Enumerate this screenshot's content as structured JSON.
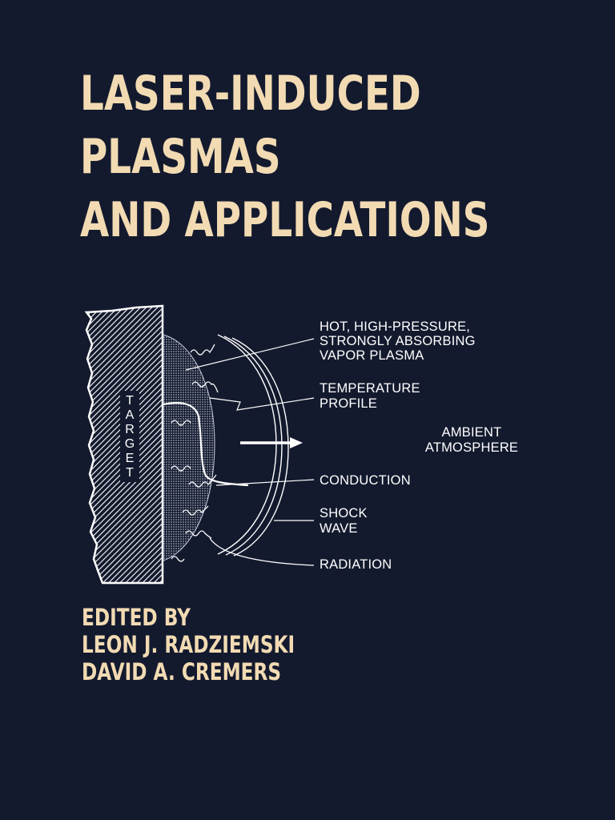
{
  "title": {
    "line1": "LASER-INDUCED",
    "line2": "PLASMAS",
    "line3": "AND APPLICATIONS"
  },
  "editors": {
    "heading": "EDITED BY",
    "editor1": "LEON J. RADZIEMSKI",
    "editor2": "DAVID A. CREMERS"
  },
  "diagram": {
    "target_letters": [
      "T",
      "A",
      "R",
      "G",
      "E",
      "T"
    ],
    "labels": {
      "plasma_1": "HOT, HIGH-PRESSURE,",
      "plasma_2": "STRONGLY ABSORBING",
      "plasma_3": "VAPOR PLASMA",
      "temp_1": "TEMPERATURE",
      "temp_2": "PROFILE",
      "ambient_1": "AMBIENT",
      "ambient_2": "ATMOSPHERE",
      "conduction": "CONDUCTION",
      "shock_1": "SHOCK",
      "shock_2": "WAVE",
      "radiation": "RADIATION"
    }
  },
  "colors": {
    "background": "#141a2e",
    "title_text": "#f2dbb3",
    "diagram_ink": "#ffffff"
  }
}
